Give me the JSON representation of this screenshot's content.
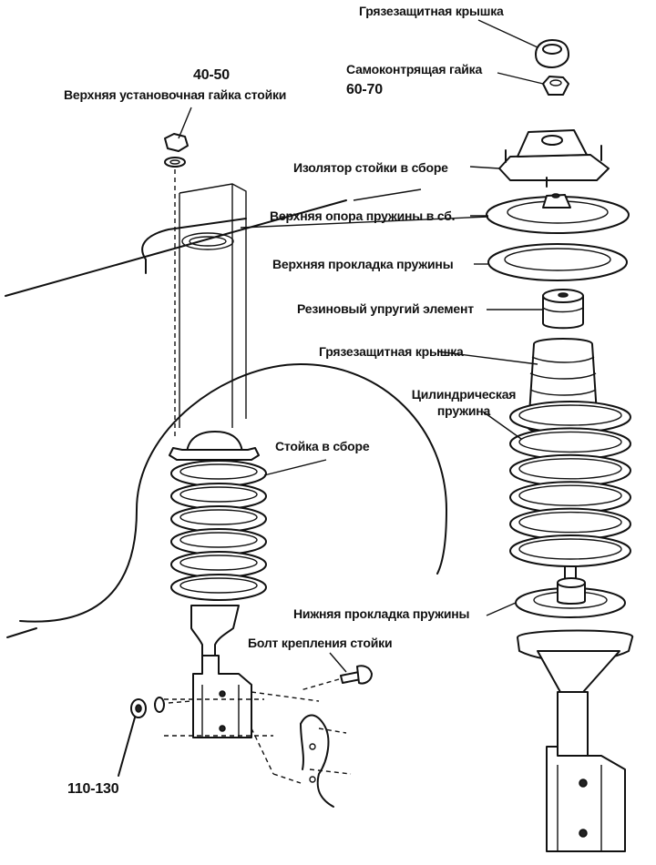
{
  "labels": {
    "dust_cap_top": "Грязезащитная крышка",
    "lock_nut": "Самоконтрящая гайка",
    "lock_nut_torque": "60-70",
    "top_mount_nut_torque": "40-50",
    "top_mount_nut": "Верхняя установочная гайка стойки",
    "strut_insulator": "Изолятор стойки в сборе",
    "upper_spring_seat": "Верхняя опора пружины в сб.",
    "upper_spring_pad": "Верхняя прокладка пружины",
    "bump_stop": "Резиновый упругий элемент",
    "dust_boot": "Грязезащитная крышка",
    "coil_spring": "Цилиндрическая пружина",
    "strut_assembly": "Стойка в сборе",
    "lower_spring_pad": "Нижняя прокладка пружины",
    "strut_bolt": "Болт крепления стойки",
    "bolt_torque": "110-130"
  }
}
